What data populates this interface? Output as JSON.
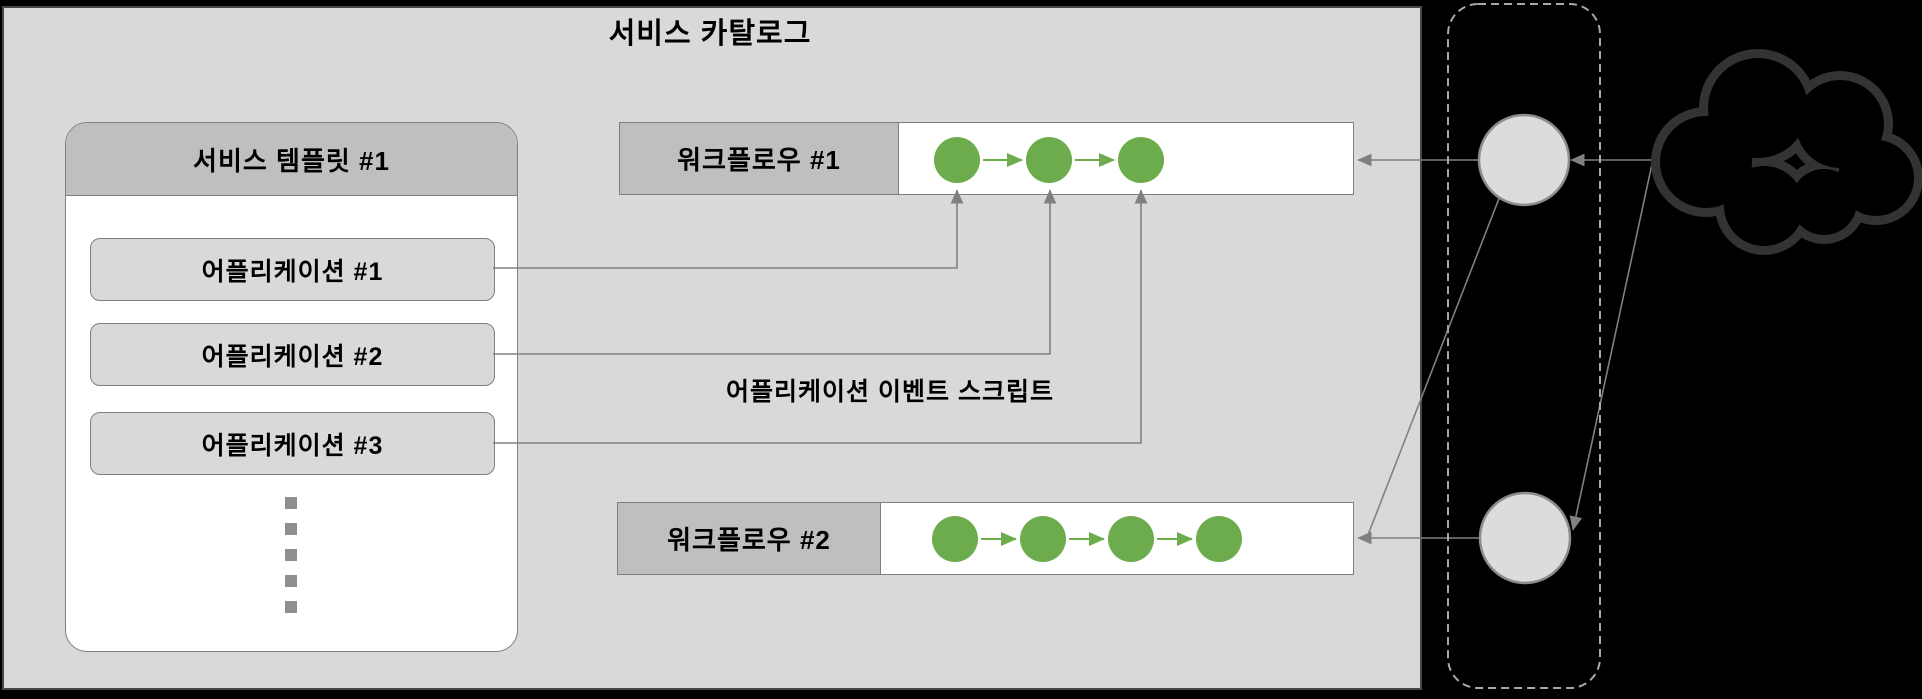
{
  "title": "서비스 카탈로그",
  "service_template": {
    "title": "서비스 템플릿 #1",
    "applications": [
      "어플리케이션 #1",
      "어플리케이션 #2",
      "어플리케이션 #3"
    ],
    "ellipsis_dots": 5
  },
  "workflows": [
    {
      "label": "워크플로우 #1",
      "steps": 3
    },
    {
      "label": "워크플로우 #2",
      "steps": 4
    }
  ],
  "annotation": "어플리케이션 이벤트 스크립트",
  "colors": {
    "step_green": "#6dac4c",
    "panel_gray": "#d9d9d9",
    "header_gray": "#bfbfbf",
    "connector_gray": "#808080",
    "node_fill": "#dcdcdc",
    "node_border": "#8c8c8c",
    "cloud_dark": "#333333",
    "background_black": "#000000"
  }
}
